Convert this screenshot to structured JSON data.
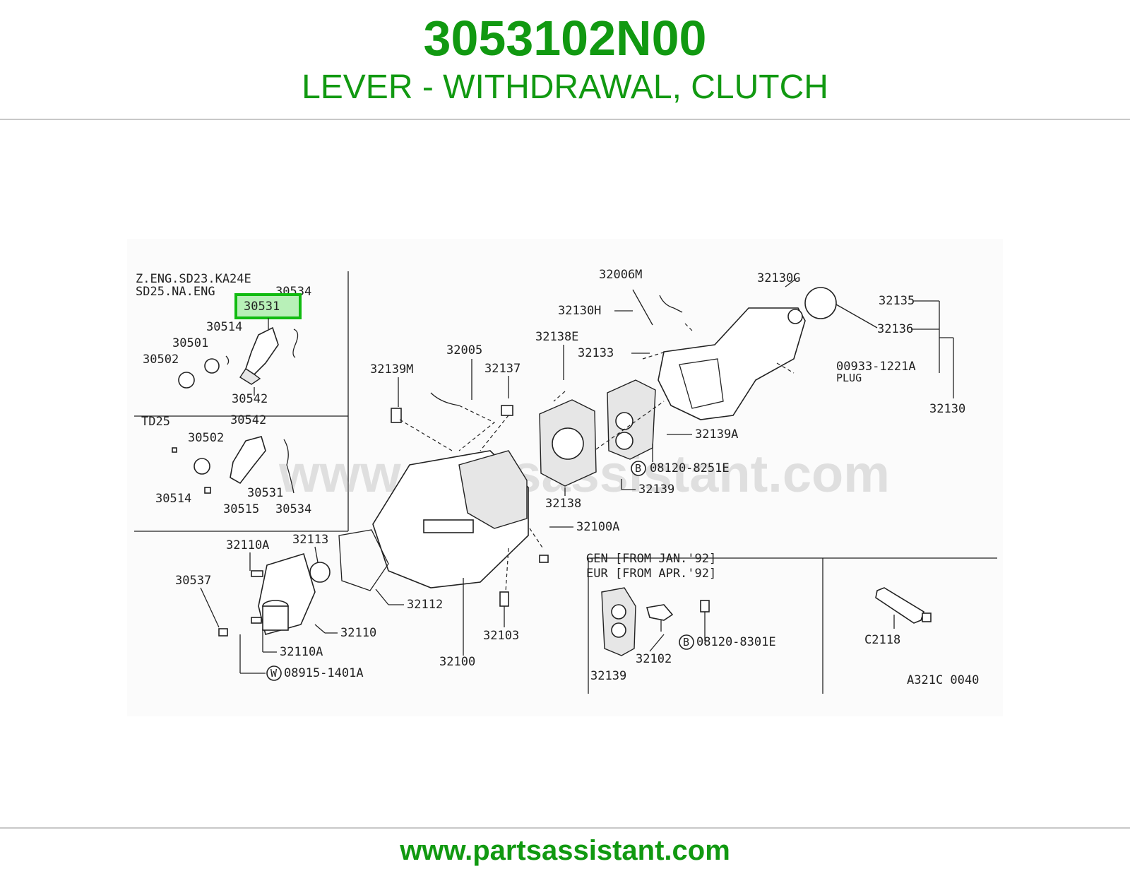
{
  "header": {
    "part_number": "3053102N00",
    "part_name": "LEVER - WITHDRAWAL, CLUTCH"
  },
  "footer": {
    "url": "www.partsassistant.com"
  },
  "colors": {
    "brand_green": "#119911",
    "highlight_fill": "#b8f0b8",
    "highlight_border": "#11bb11",
    "rule": "#c8c8c8"
  },
  "diagram": {
    "watermark": "www.partsassistant.com",
    "code": "A321C 0040",
    "highlighted_part": "30531",
    "panel_top_left": {
      "variant_line1": "Z.ENG.SD23.KA24E",
      "variant_line2": "SD25.NA.ENG",
      "labels": [
        "30534",
        "30531",
        "30514",
        "30501",
        "30502",
        "30542"
      ]
    },
    "panel_mid_left": {
      "variant": "TD25",
      "labels": [
        "30542",
        "30502",
        "30514",
        "30531",
        "30515",
        "30534"
      ]
    },
    "main_labels": [
      "32006M",
      "32130G",
      "32130H",
      "32135",
      "32136",
      "32138E",
      "32133",
      "32005",
      "32137",
      "32139M",
      "00933-1221A",
      "PLUG",
      "32130",
      "32139A",
      "08120-8251E",
      "32138",
      "32139",
      "32100A",
      "32110A",
      "32113",
      "30537",
      "32112",
      "32110",
      "32110A",
      "32103",
      "32100",
      "08915-1401A"
    ],
    "panel_bottom_right": {
      "line1": "GEN [FROM JAN.'92]",
      "line2": "EUR [FROM APR.'92]",
      "labels": [
        "08120-8301E",
        "32102",
        "32139"
      ]
    },
    "panel_far_right": {
      "labels": [
        "C2118"
      ]
    },
    "circle_markers": [
      "B",
      "B",
      "W"
    ]
  }
}
